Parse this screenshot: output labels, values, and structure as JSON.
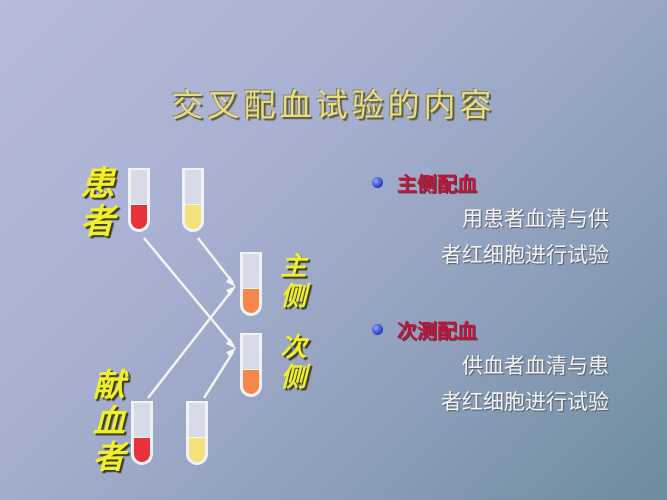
{
  "slide": {
    "title": "交叉配血试验的内容",
    "diagram": {
      "patient_label": "患者",
      "donor_label": "献血者",
      "major_label": "主侧",
      "minor_label": "次侧",
      "colors": {
        "red_cells": "#e8323a",
        "serum": "#f3e27a",
        "mixed": "#f5874a"
      }
    },
    "bullets": [
      {
        "heading": "主侧配血",
        "lines": [
          "用患者血清与供",
          "者红细胞进行试验"
        ]
      },
      {
        "heading": "次测配血",
        "lines": [
          "供血者血清与患",
          "者红细胞进行试验"
        ]
      }
    ]
  }
}
